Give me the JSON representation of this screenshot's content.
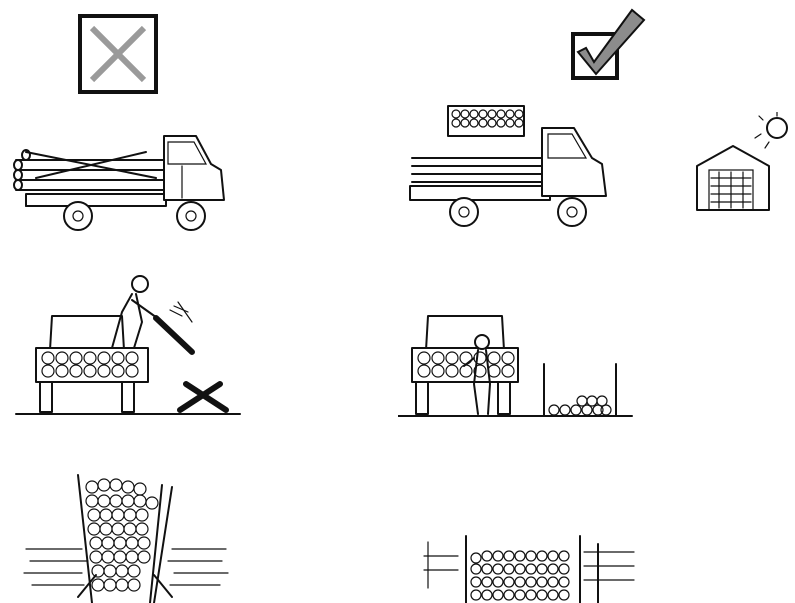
{
  "legend": {
    "wrong_icon": "cross-mark-icon",
    "right_icon": "check-mark-icon"
  },
  "rows": [
    {
      "wrong": "truck-loaded-pipes-overhanging",
      "right": "truck-loaded-pipes-with-crate",
      "extra_icon": "storage-shed-sun-icon"
    },
    {
      "wrong": "worker-throwing-pipes-from-truck",
      "right": "worker-unloading-pipes-to-rack"
    },
    {
      "wrong": "pipes-stacked-unsupported-pile",
      "right": "pipes-stacked-between-posts"
    }
  ],
  "colors": {
    "ink": "#111111",
    "cross": "#9a9a9a",
    "check": "#8c8c8c",
    "background": "#ffffff"
  }
}
